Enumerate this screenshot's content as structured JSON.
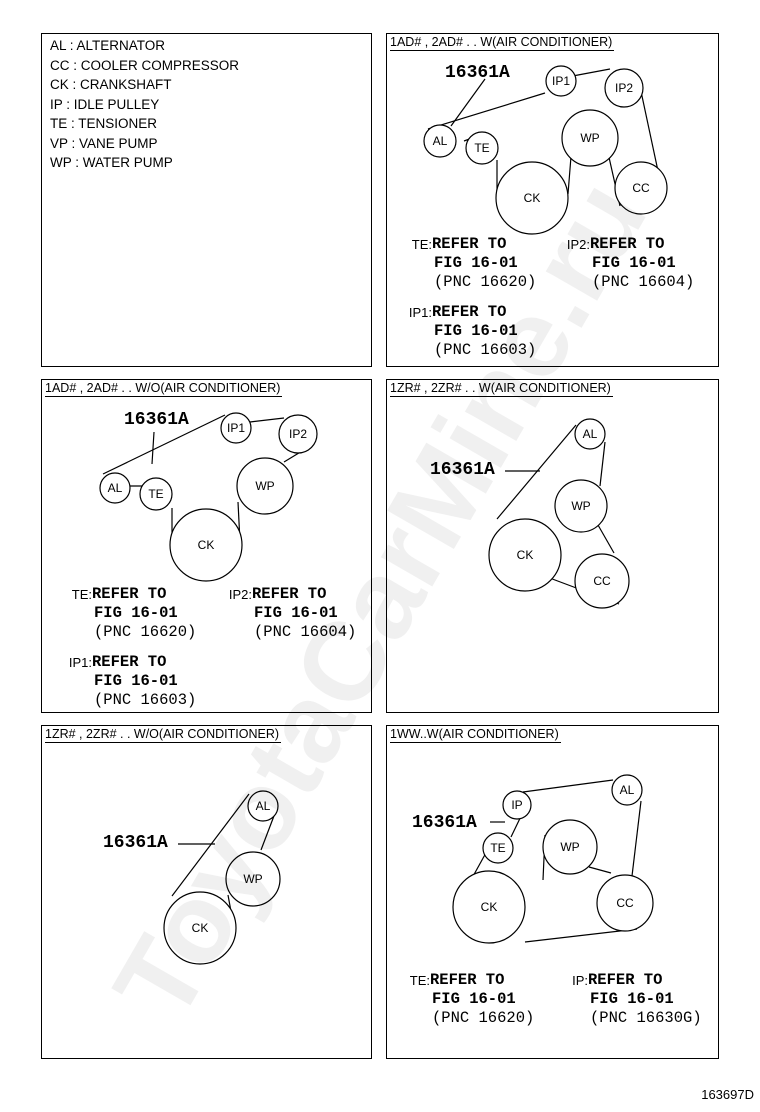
{
  "legend": [
    "AL : ALTERNATOR",
    "CC : COOLER COMPRESSOR",
    "CK : CRANKSHAFT",
    "IP : IDLE PULLEY",
    "TE : TENSIONER",
    "VP : VANE PUMP",
    "WP : WATER PUMP"
  ],
  "watermark": "ToyotaCarMine.ru",
  "doc_number": "163697D",
  "panels": [
    {
      "title": "1AD# , 2AD# . . W(AIR CONDITIONER)",
      "part_number": "16361A",
      "nodes": [
        "IP1",
        "IP2",
        "AL",
        "TE",
        "WP",
        "CK",
        "CC"
      ],
      "refs": [
        {
          "label": "TE:",
          "line1": "REFER TO",
          "line2": "FIG 16-01",
          "line3": "(PNC 16620)"
        },
        {
          "label": "IP2:",
          "line1": "REFER TO",
          "line2": "FIG 16-01",
          "line3": "(PNC 16604)"
        },
        {
          "label": "IP1:",
          "line1": "REFER TO",
          "line2": "FIG 16-01",
          "line3": "(PNC 16603)"
        }
      ]
    },
    {
      "title": "1AD# , 2AD# . . W/O(AIR CONDITIONER)",
      "part_number": "16361A",
      "nodes": [
        "IP1",
        "IP2",
        "AL",
        "TE",
        "WP",
        "CK"
      ],
      "refs": [
        {
          "label": "TE:",
          "line1": "REFER TO",
          "line2": "FIG 16-01",
          "line3": "(PNC 16620)"
        },
        {
          "label": "IP2:",
          "line1": "REFER TO",
          "line2": "FIG 16-01",
          "line3": "(PNC 16604)"
        },
        {
          "label": "IP1:",
          "line1": "REFER TO",
          "line2": "FIG 16-01",
          "line3": "(PNC 16603)"
        }
      ]
    },
    {
      "title": "1ZR# , 2ZR# . . W(AIR CONDITIONER)",
      "part_number": "16361A",
      "nodes": [
        "AL",
        "WP",
        "CK",
        "CC"
      ],
      "refs": []
    },
    {
      "title": "1ZR# , 2ZR# . . W/O(AIR CONDITIONER)",
      "part_number": "16361A",
      "nodes": [
        "AL",
        "WP",
        "CK"
      ],
      "refs": []
    },
    {
      "title": "1WW..W(AIR CONDITIONER)",
      "part_number": "16361A",
      "nodes": [
        "IP",
        "AL",
        "TE",
        "WP",
        "CK",
        "CC"
      ],
      "refs": [
        {
          "label": "TE:",
          "line1": "REFER TO",
          "line2": "FIG 16-01",
          "line3": "(PNC 16620)"
        },
        {
          "label": "IP:",
          "line1": "REFER TO",
          "line2": "FIG 16-01",
          "line3": "(PNC 16630G)"
        }
      ]
    }
  ]
}
